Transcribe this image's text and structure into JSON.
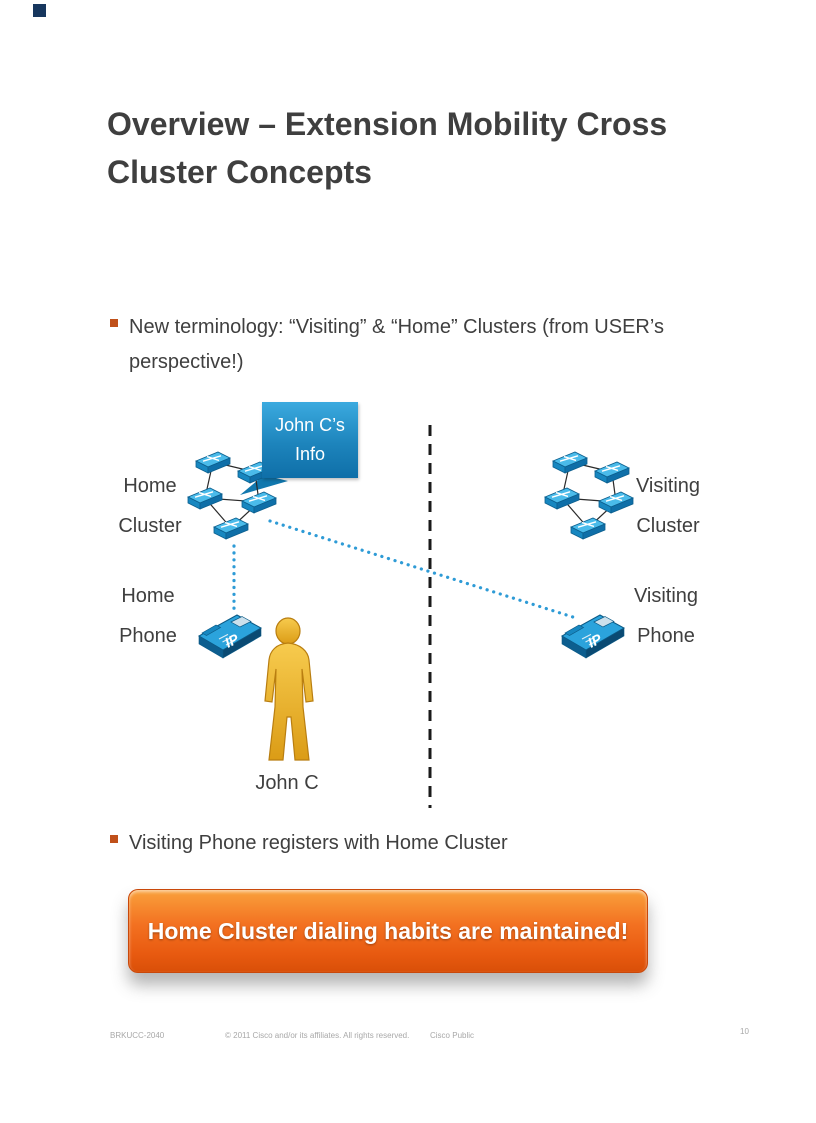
{
  "slide": {
    "title": "Overview – Extension Mobility Cross Cluster Concepts",
    "bullets": [
      "New terminology: “Visiting” & “Home” Clusters (from USER’s perspective!)",
      "Visiting Phone registers with Home Cluster"
    ],
    "banner_text": "Home Cluster dialing habits are maintained!",
    "footer": {
      "session_id": "BRKUCC-2040",
      "copyright": "© 2011 Cisco and/or its affiliates. All rights reserved.",
      "classification": "Cisco Public",
      "page_number": "10"
    }
  },
  "diagram": {
    "callout": {
      "line1": "John C’s",
      "line2": "Info"
    },
    "labels": {
      "home_cluster_line1": "Home",
      "home_cluster_line2": "Cluster",
      "visiting_cluster_line1": "Visiting",
      "visiting_cluster_line2": "Cluster",
      "home_phone_line1": "Home",
      "home_phone_line2": "Phone",
      "visiting_phone_line1": "Visiting",
      "visiting_phone_line2": "Phone",
      "person_name": "John C"
    },
    "phone_badge": "IP",
    "colors": {
      "cisco_blue": "#2BA3DC",
      "dotted_link": "#2E9BD6",
      "divider": "#1A1A1A",
      "callout_blue": "#1D84BC",
      "banner_orange": "#F37121",
      "bullet_square": "#C0501A",
      "corner_square": "#17375E",
      "person_gold": "#EFB52B"
    }
  }
}
